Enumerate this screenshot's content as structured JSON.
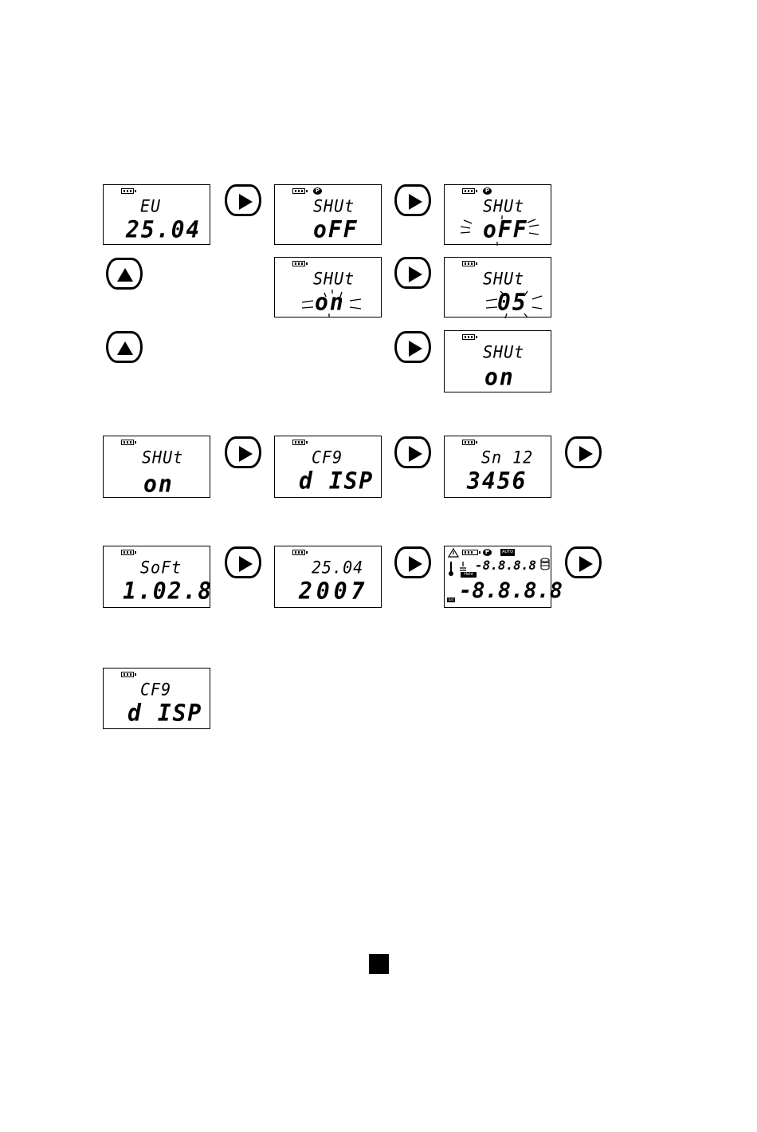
{
  "screens": [
    {
      "id": "eu",
      "line1": "EU",
      "line2": "25.04"
    },
    {
      "id": "shut-off",
      "line1": "SHUt",
      "line2": "oFF"
    },
    {
      "id": "shut-off-blink",
      "line1": "SHUt",
      "line2": "oFF"
    },
    {
      "id": "shut-on-blink",
      "line1": "SHUt",
      "line2": "on"
    },
    {
      "id": "shut-05-blink",
      "line1": "SHUt",
      "line2": "05"
    },
    {
      "id": "shut-on-confirm",
      "line1": "SHUt",
      "line2": "on"
    },
    {
      "id": "shut-on",
      "line1": "SHUt",
      "line2": "on"
    },
    {
      "id": "cfg-disp",
      "line1": "CF9",
      "line2": "d ISP"
    },
    {
      "id": "sn",
      "line1": "Sn 12",
      "line2": "3456"
    },
    {
      "id": "soft",
      "line1": "SoFt",
      "line2": "1.02.8"
    },
    {
      "id": "date",
      "line1": "25.04",
      "line2": "2007"
    },
    {
      "id": "full-top",
      "line1": "-8.8.8.8",
      "line2": "-8.8.8.8",
      "hold_label": "Hold",
      "auto_label": "AUTO",
      "pmark_label": "P",
      "cell_label": "bat"
    },
    {
      "id": "cfg-disp-final",
      "line1": "CF9",
      "line2": "d ISP"
    }
  ],
  "icons": {
    "next": "right-arrow-button-icon",
    "up": "up-arrow-button-icon",
    "stop": "stop-square-icon"
  }
}
